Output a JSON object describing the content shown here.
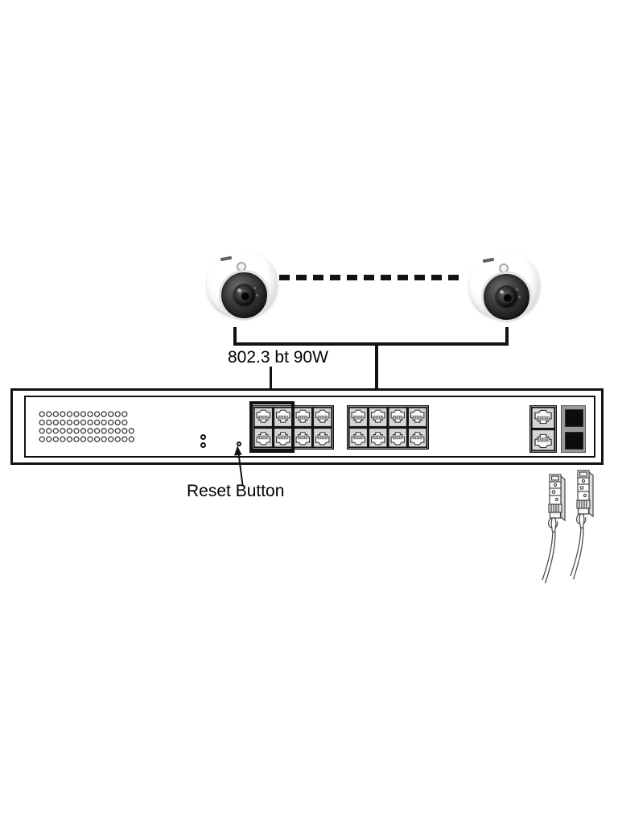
{
  "labels": {
    "poe_standard": "802.3 bt 90W",
    "reset_button": "Reset Button"
  },
  "cameras": {
    "count": 2,
    "type": "dome network camera",
    "link_style": "dashed"
  },
  "switch": {
    "led_grid_rows": [
      13,
      13,
      14,
      14
    ],
    "status_leds": 2,
    "reset_pinhole": 1,
    "port_blocks": [
      {
        "name": "poe-ports-left",
        "cols": 4,
        "rows": 2
      },
      {
        "name": "poe-ports-right",
        "cols": 4,
        "rows": 2
      }
    ],
    "uplink_block": {
      "cols": 1,
      "rows": 2
    },
    "sfp_slots": 2,
    "highlighted_port_columns": 2
  },
  "accessories": {
    "sfp_transceivers_with_cables": 2
  },
  "colors": {
    "ink": "#111111",
    "port_fill": "#d6d6d6",
    "cage_gray": "#9a9a9a",
    "slot_black": "#0d0d0d"
  }
}
